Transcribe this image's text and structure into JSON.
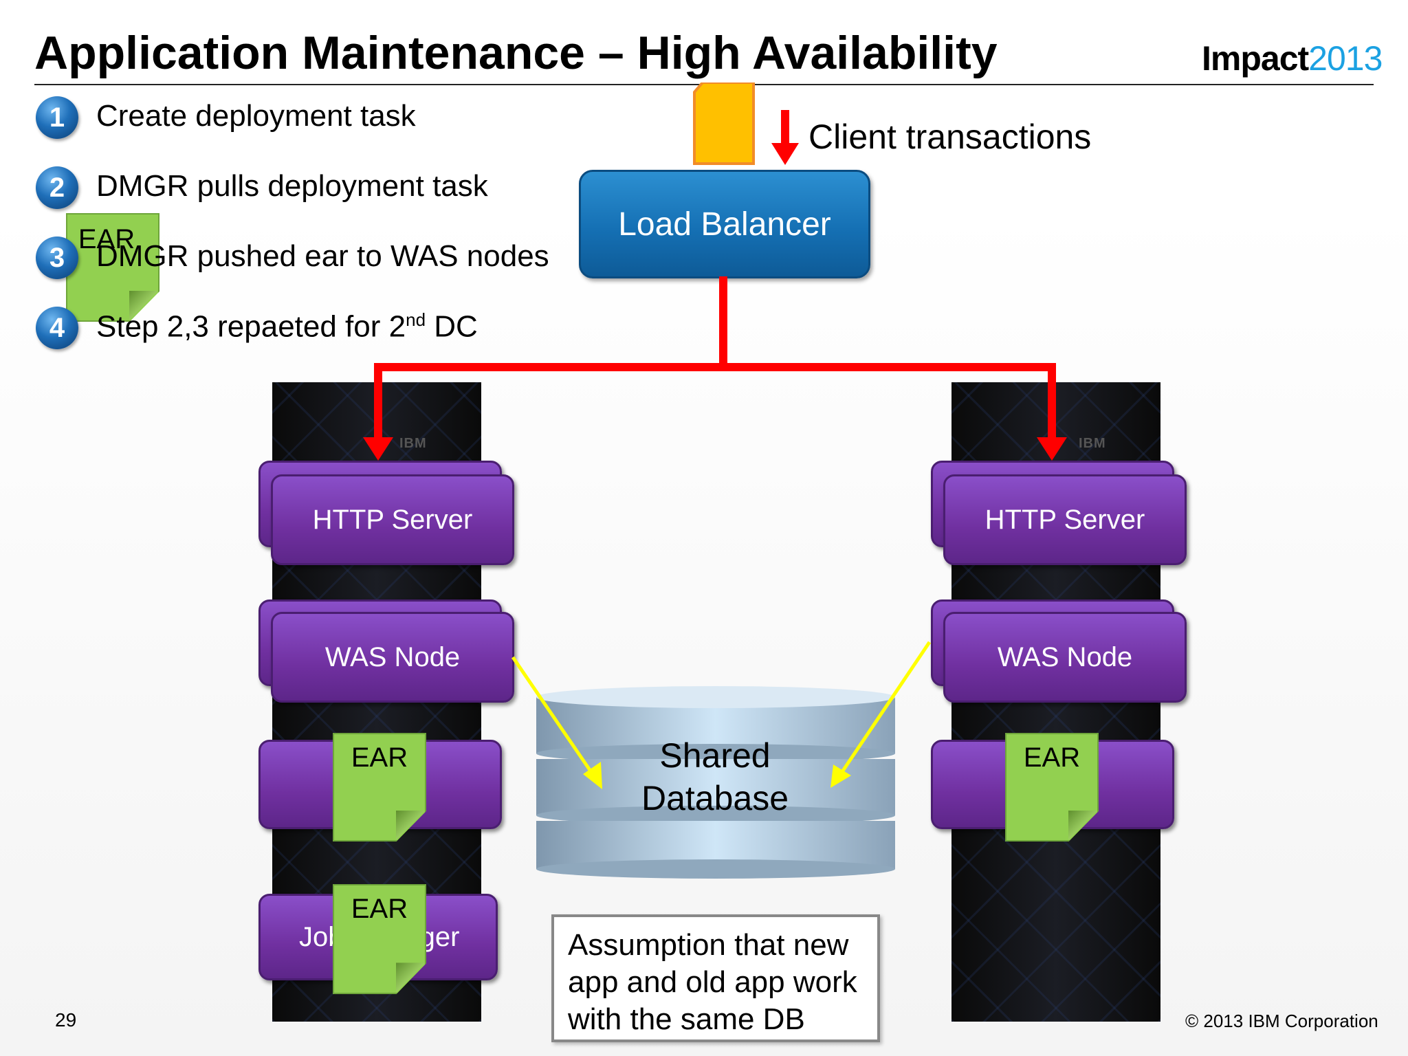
{
  "title": "Application Maintenance – High Availability",
  "logo": {
    "word": "Impact",
    "year": "2013"
  },
  "steps": [
    {
      "num": "1",
      "text": "Create deployment task"
    },
    {
      "num": "2",
      "text": "DMGR pulls deployment task"
    },
    {
      "num": "3",
      "text": "DMGR pushed ear to WAS nodes"
    },
    {
      "num": "4",
      "text": "Step 2,3 repaeted for 2",
      "sup": "nd",
      "tail": " DC"
    }
  ],
  "client_label": "Client transactions",
  "load_balancer": "Load Balancer",
  "server_brand": "IBM",
  "left_stack": {
    "http": "HTTP Server",
    "was": "WAS Node",
    "ear": "EAR",
    "job_manager": "Job Manager",
    "job_ear": "EAR"
  },
  "right_stack": {
    "http": "HTTP Server",
    "was": "WAS Node",
    "ear": "EAR"
  },
  "floating_ear": "EAR",
  "database": {
    "line1": "Shared",
    "line2": "Database"
  },
  "note": "Assumption that new app and old app work with the same DB",
  "page_number": "29",
  "copyright": "© 2013 IBM Corporation",
  "colors": {
    "arrow_red": "#ff0000",
    "arrow_yellow": "#ffff00",
    "box_purple": "#7030a0",
    "ear_green": "#92d050",
    "lb_blue": "#1570b4",
    "packet_orange": "#ffc000"
  }
}
